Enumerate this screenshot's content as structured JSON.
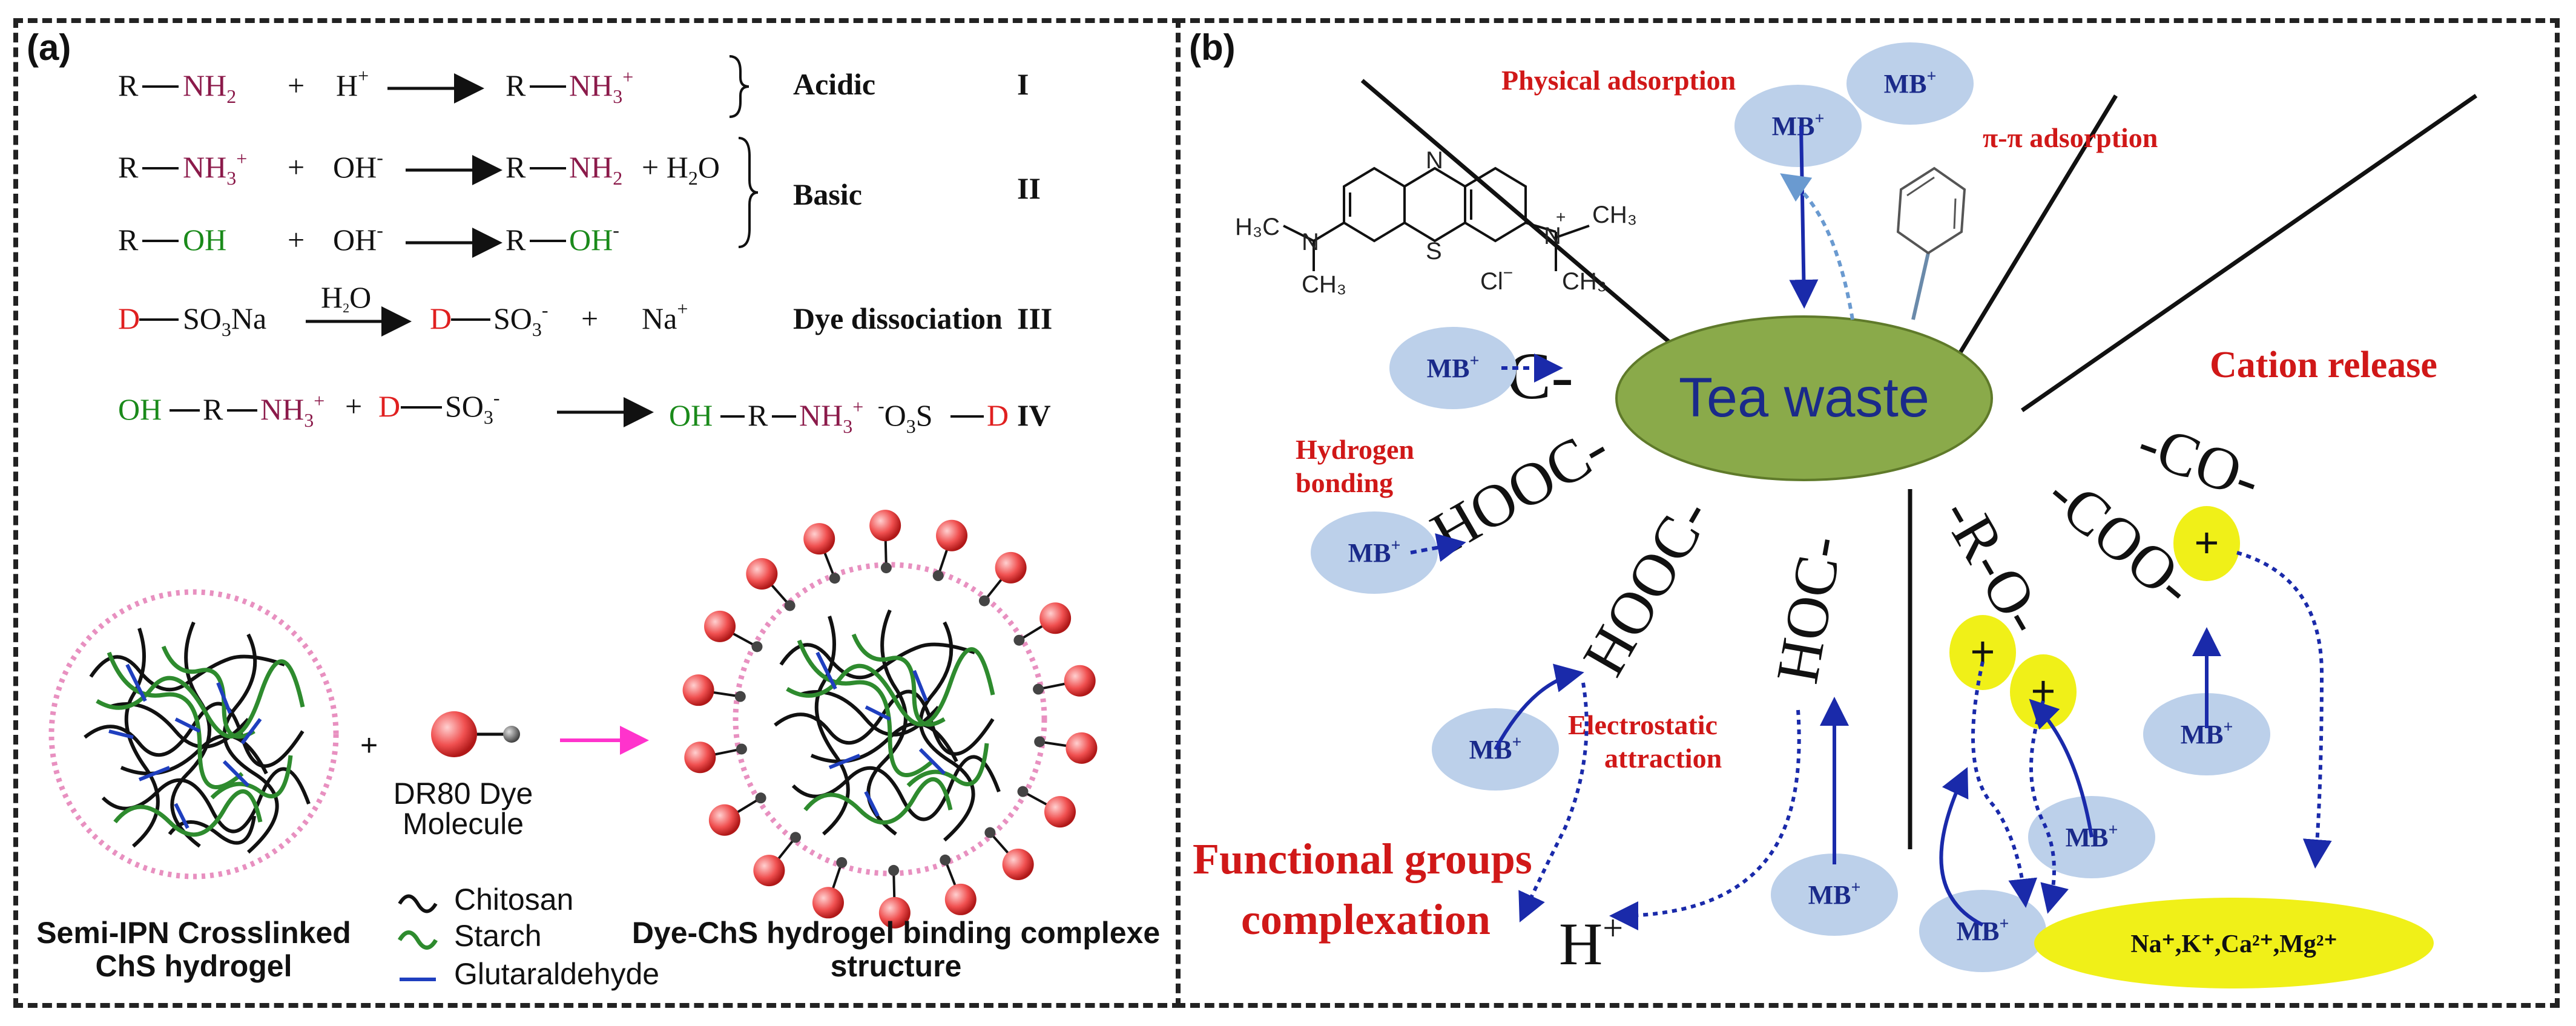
{
  "panel_a": {
    "label": "(a)",
    "reactions": [
      {
        "id": "I",
        "condition": "Acidic"
      },
      {
        "id": "II",
        "condition": "Basic"
      },
      {
        "id": "III",
        "condition": "Dye dissociation"
      },
      {
        "id": "IV",
        "condition": ""
      }
    ],
    "r1": {
      "r1": "R",
      "nh2": "NH",
      "plus1": "+",
      "h": "H",
      "r2": "R",
      "nh3": "NH"
    },
    "r2": {
      "r1": "R",
      "nh3": "NH",
      "plus1": "+",
      "oh": "OH",
      "r2": "R",
      "nh2": "NH",
      "plus2": "+ H",
      "h2o": "O"
    },
    "r3": {
      "r1": "R",
      "oh": "OH",
      "plus1": "+",
      "oh2": "OH",
      "r2": "R",
      "oh3": "OH"
    },
    "r4": {
      "d": "D",
      "so3na": "SO",
      "na": "Na",
      "over": "H",
      "d2": "D",
      "so3": "SO",
      "plus": "+",
      "naplus": "Na"
    },
    "r5": {
      "oh": "OH",
      "r": "R",
      "nh3": "NH",
      "plus": "+",
      "d": "D",
      "so3": "SO",
      "oh2": "OH",
      "r2": "R",
      "nh3b": "NH",
      "o3s": "O",
      "s": "S",
      "d2": "D"
    },
    "left_caption": [
      "Semi-IPN Crosslinked",
      "ChS hydrogel"
    ],
    "plus_sign": "+",
    "dye_label": [
      "DR80 Dye",
      "Molecule"
    ],
    "right_caption": [
      "Dye-ChS hydrogel binding complexe",
      "structure"
    ],
    "legend": [
      {
        "label": "Chitosan",
        "color": "#111111"
      },
      {
        "label": "Starch",
        "color": "#2e8b2e"
      },
      {
        "label": "Glutaraldehyde",
        "color": "#1f3fbf"
      }
    ],
    "colors": {
      "amine": "#8b1a4a",
      "hydroxyl": "#1a8a1a",
      "dye": "#e02020",
      "arrow": "#ff33cc",
      "shell": "#e890c0"
    }
  },
  "panel_b": {
    "label": "(b)",
    "center": "Tea waste",
    "mechanisms": {
      "physical": "Physical adsorption",
      "pipi": "π-π adsorption",
      "hbond": [
        "Hydrogen",
        "bonding"
      ],
      "cation": "Cation release",
      "electro": [
        "Electrostatic",
        "attraction"
      ],
      "complex": [
        "Functional  groups",
        "complexation"
      ]
    },
    "groups": [
      "HOC-",
      "HOOC-",
      "HOOC-",
      "HOC-",
      "-R-O-",
      "-COO-",
      "-CO-"
    ],
    "mb": "MB",
    "plus": "+",
    "hplus": "H",
    "ions": "Na⁺,K⁺,Ca²⁺,Mg²⁺",
    "molecule": {
      "left": "H₃C",
      "ln": "N",
      "lch3": "CH₃",
      "rn": "N",
      "rch3a": "CH₃",
      "rch3b": "CH₃",
      "s": "S",
      "n": "N",
      "cl": "Cl"
    },
    "colors": {
      "ellipse": "#8aaa4a",
      "ellipse_text": "#1a2a8a",
      "mb_fill": "#bcd0ea",
      "mb_text": "#1a2a8a",
      "red": "#d01818",
      "yellow": "#f0f018",
      "arrow": "#1a2aaa"
    }
  }
}
